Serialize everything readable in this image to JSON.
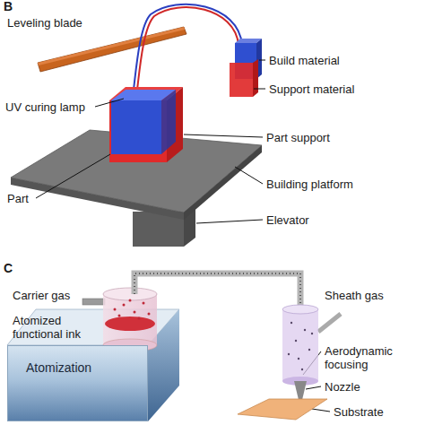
{
  "diagram": {
    "nodes": [
      {
        "text": [
          "Atomization"
        ]
      }
    ],
    "labels": [
      "B",
      "Leveling blade",
      "UV curing lamp",
      "Build material",
      "Support material",
      "Part support",
      "Part",
      "Building platform",
      "Elevator",
      "C",
      "Carrier gas",
      "Sheath gas",
      "Atomized functional ink",
      "Aerodynamic focusing",
      "Nozzle",
      "Substrate"
    ]
  }
}
